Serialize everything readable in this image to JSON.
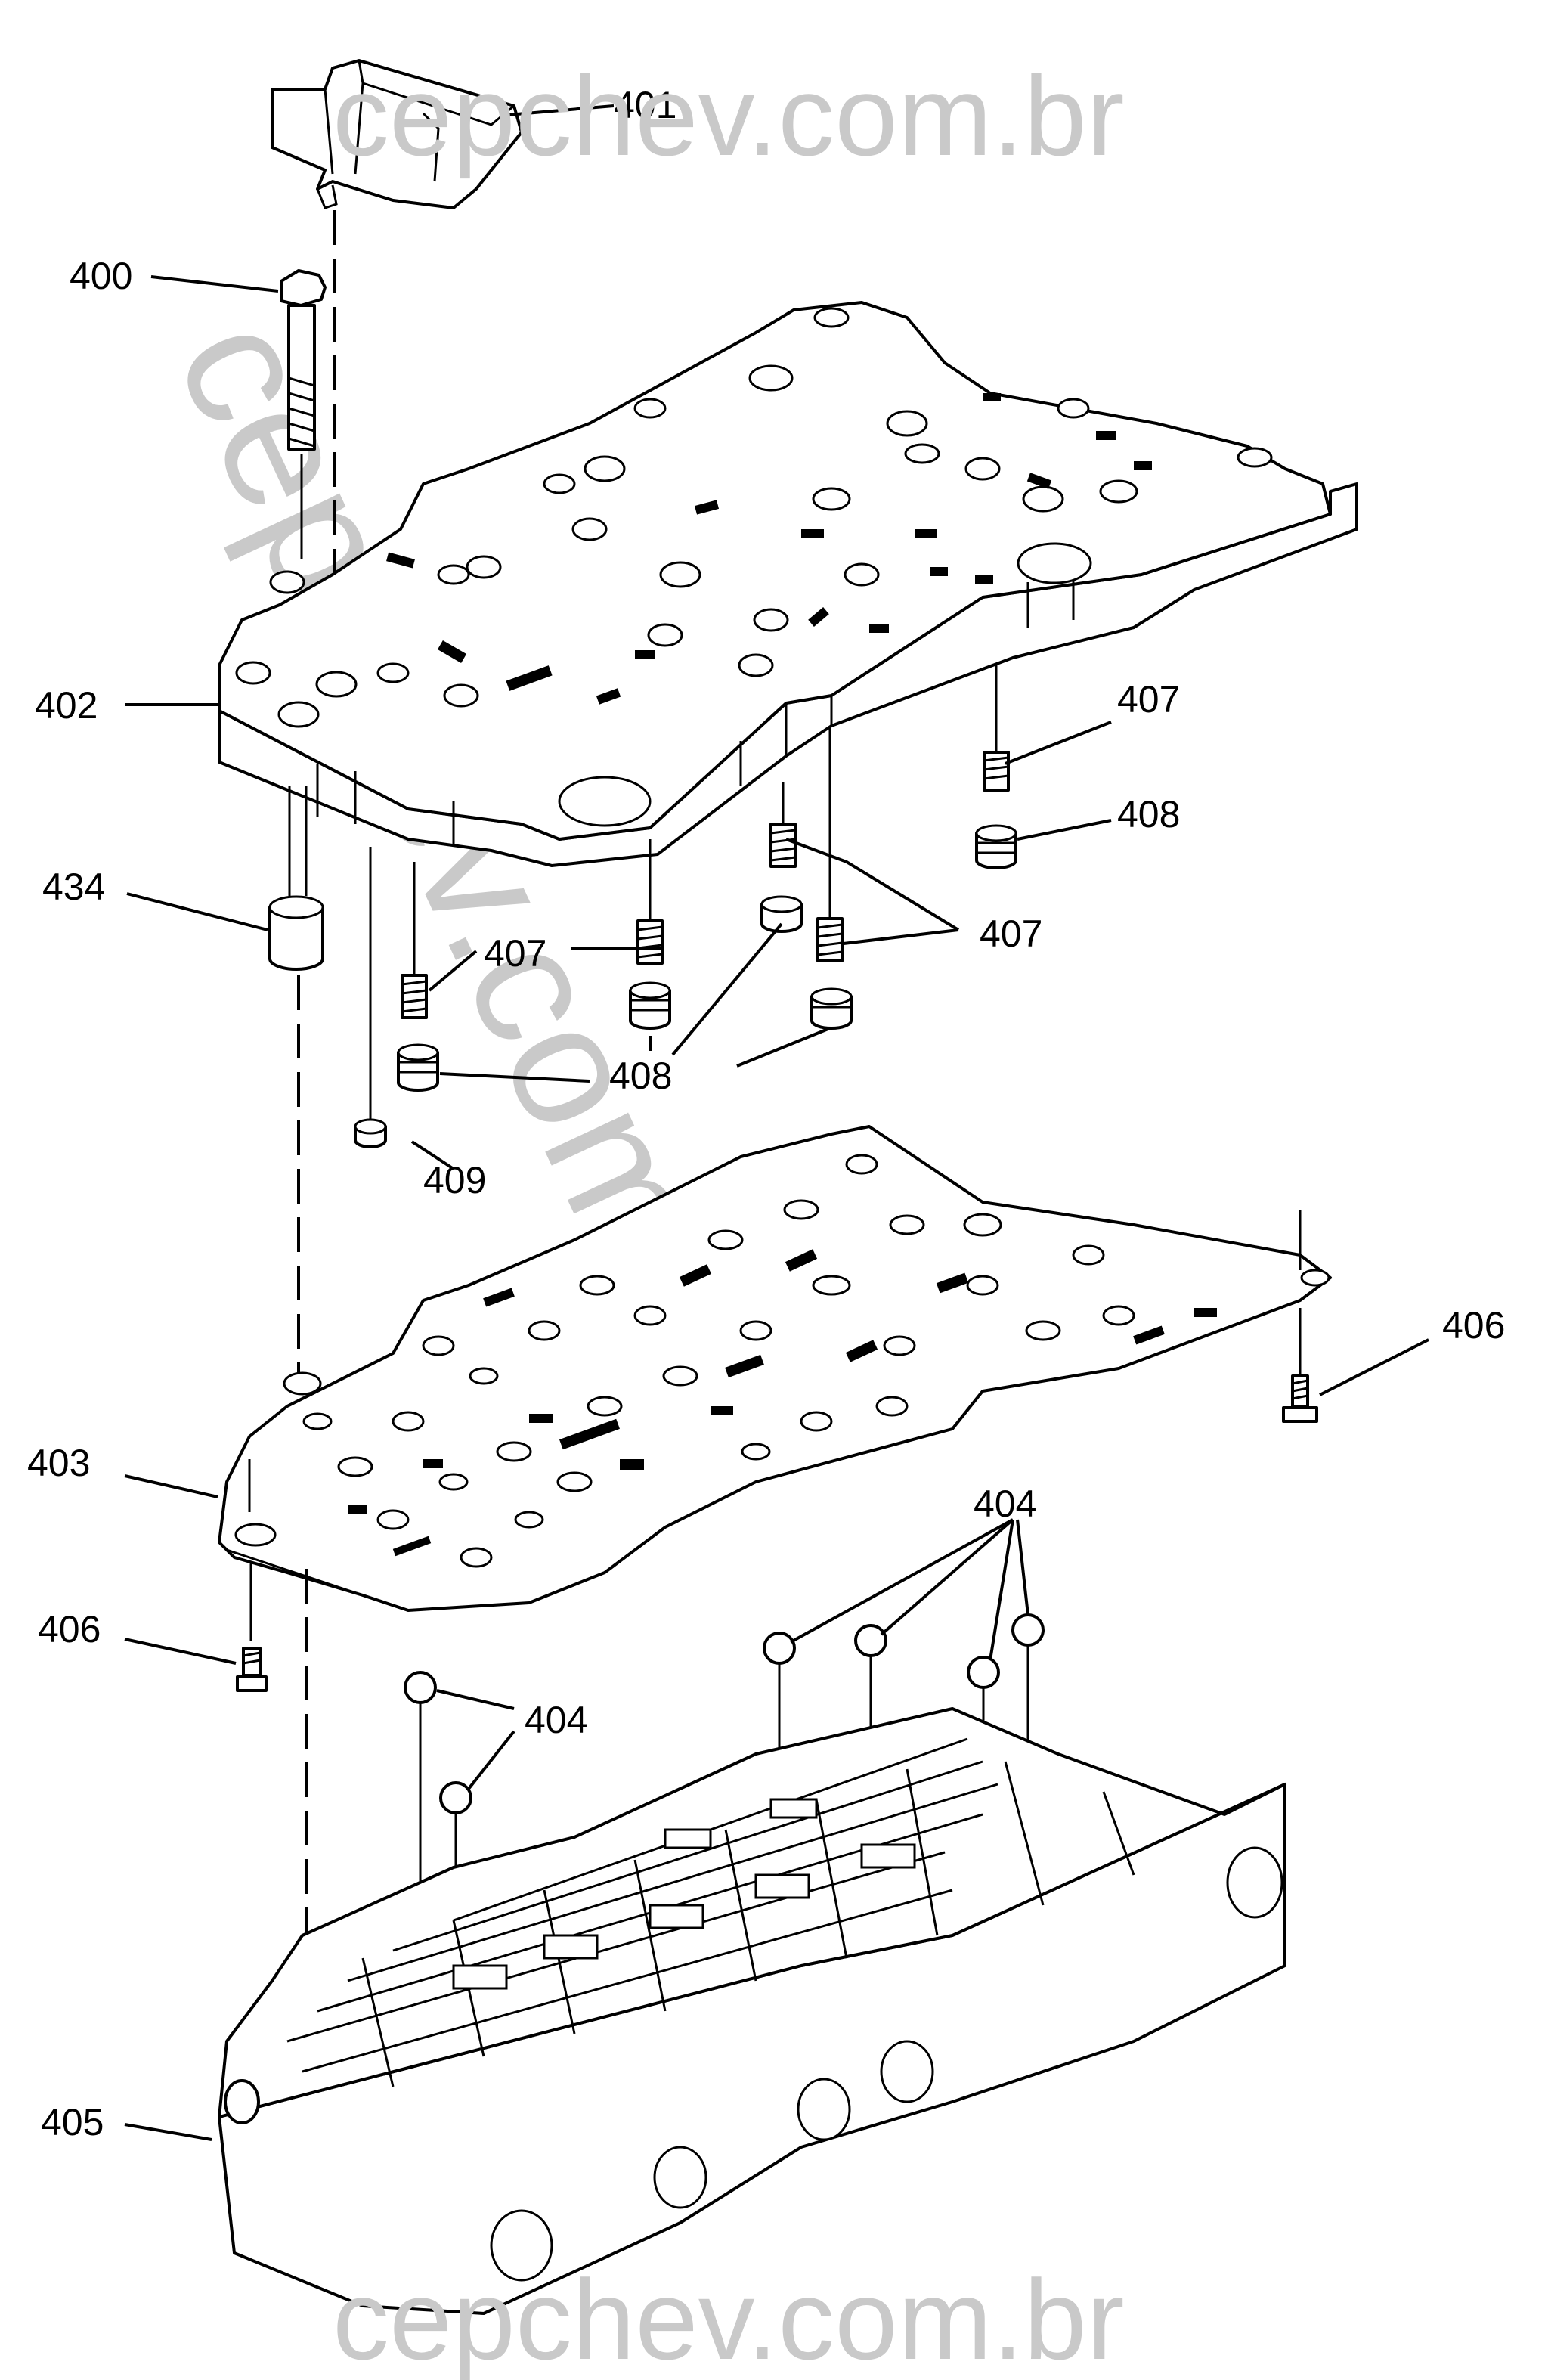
{
  "watermark_text": "cepchev.com.br",
  "labels": {
    "l400": "400",
    "l401": "401",
    "l402": "402",
    "l403": "403",
    "l404": "404",
    "l405": "405",
    "l406": "406",
    "l407": "407",
    "l408": "408",
    "l409": "409",
    "l434": "434"
  }
}
